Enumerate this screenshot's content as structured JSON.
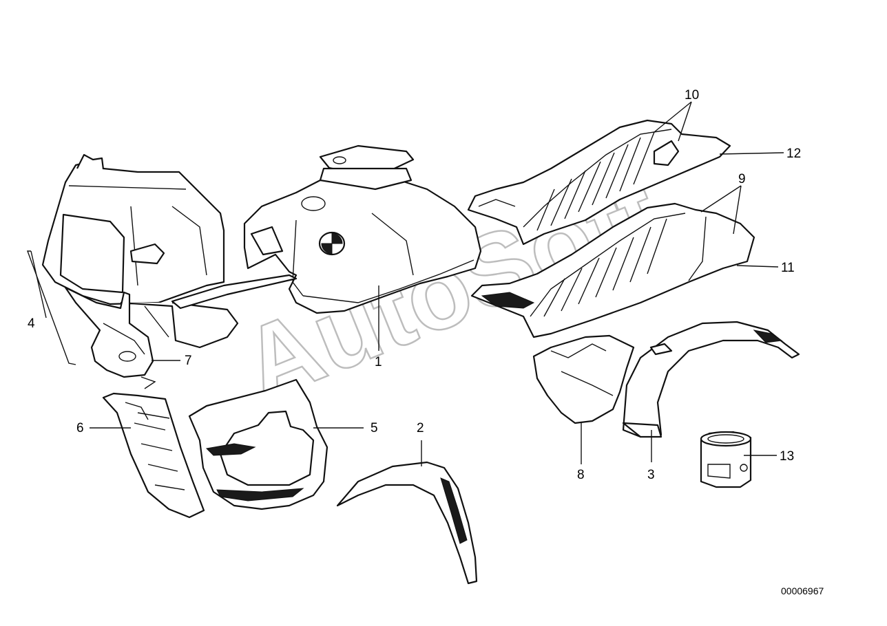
{
  "watermark": "AutoSoft",
  "catalog_code": "00006967",
  "callouts": [
    {
      "id": "c1",
      "number": "1"
    },
    {
      "id": "c2",
      "number": "2"
    },
    {
      "id": "c3",
      "number": "3"
    },
    {
      "id": "c4",
      "number": "4"
    },
    {
      "id": "c5",
      "number": "5"
    },
    {
      "id": "c6",
      "number": "6"
    },
    {
      "id": "c7",
      "number": "7"
    },
    {
      "id": "c8",
      "number": "8"
    },
    {
      "id": "c9",
      "number": "9"
    },
    {
      "id": "c10",
      "number": "10"
    },
    {
      "id": "c11",
      "number": "11"
    },
    {
      "id": "c12",
      "number": "12"
    },
    {
      "id": "c13",
      "number": "13"
    }
  ]
}
